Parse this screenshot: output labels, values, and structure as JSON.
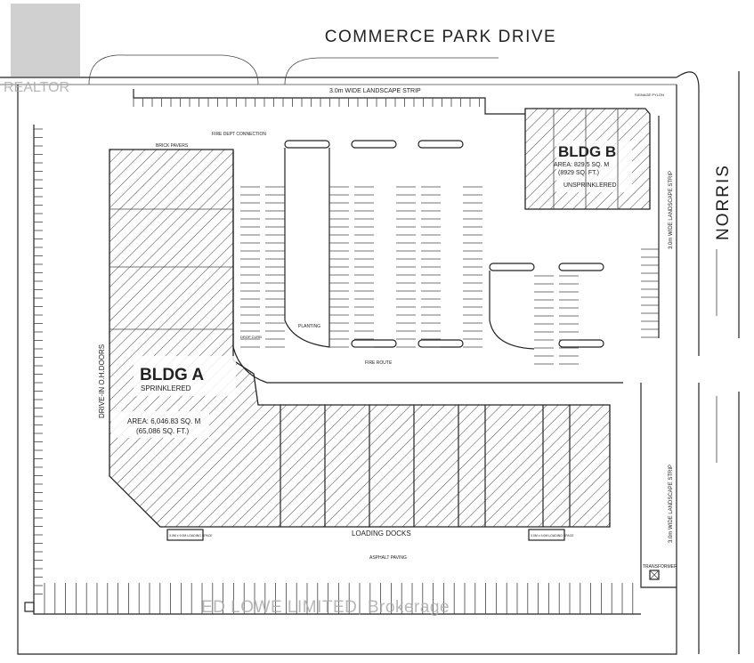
{
  "streets": {
    "north": "COMMERCE PARK DRIVE",
    "east": "NORRIS"
  },
  "building_a": {
    "name": "BLDG A",
    "sprinkler": "SPRINKLERED",
    "area_m": "AREA: 6,046.83 SQ. M",
    "area_ft": "(65,086 SQ. FT.)",
    "doors": "DRIVE-IN O.H.DOORS"
  },
  "building_b": {
    "name": "BLDG B",
    "area_m": "AREA: 829.5 SQ. M",
    "area_ft": "(8929 SQ. FT.)",
    "sprinkler": "UNSPRINKLERED"
  },
  "labels": {
    "loading_docks": "LOADING DOCKS",
    "asphalt": "ASPHALT PAVING",
    "landscape_top": "3.0m WIDE LANDSCAPE STRIP",
    "landscape_east": "3.0m WIDE LANDSCAPE STRIP",
    "landscape_east2": "3.0m WIDE LANDSCAPE STRIP",
    "fire_dept": "FIRE DEPT CONNECTION",
    "brick_pavers": "BRICK PAVERS",
    "fire_route": "FIRE ROUTE",
    "planting": "PLANTING",
    "transformer": "TRANSFORMER",
    "loading_space": "3.0M x 9.0M LOADING SPACE",
    "signage": "SIGNAGE PYLON",
    "drop_curb": "DROP CURB"
  },
  "watermarks": {
    "logo": "REALTOR",
    "brokerage": "ED LOWE LIMITED, Brokerage"
  }
}
